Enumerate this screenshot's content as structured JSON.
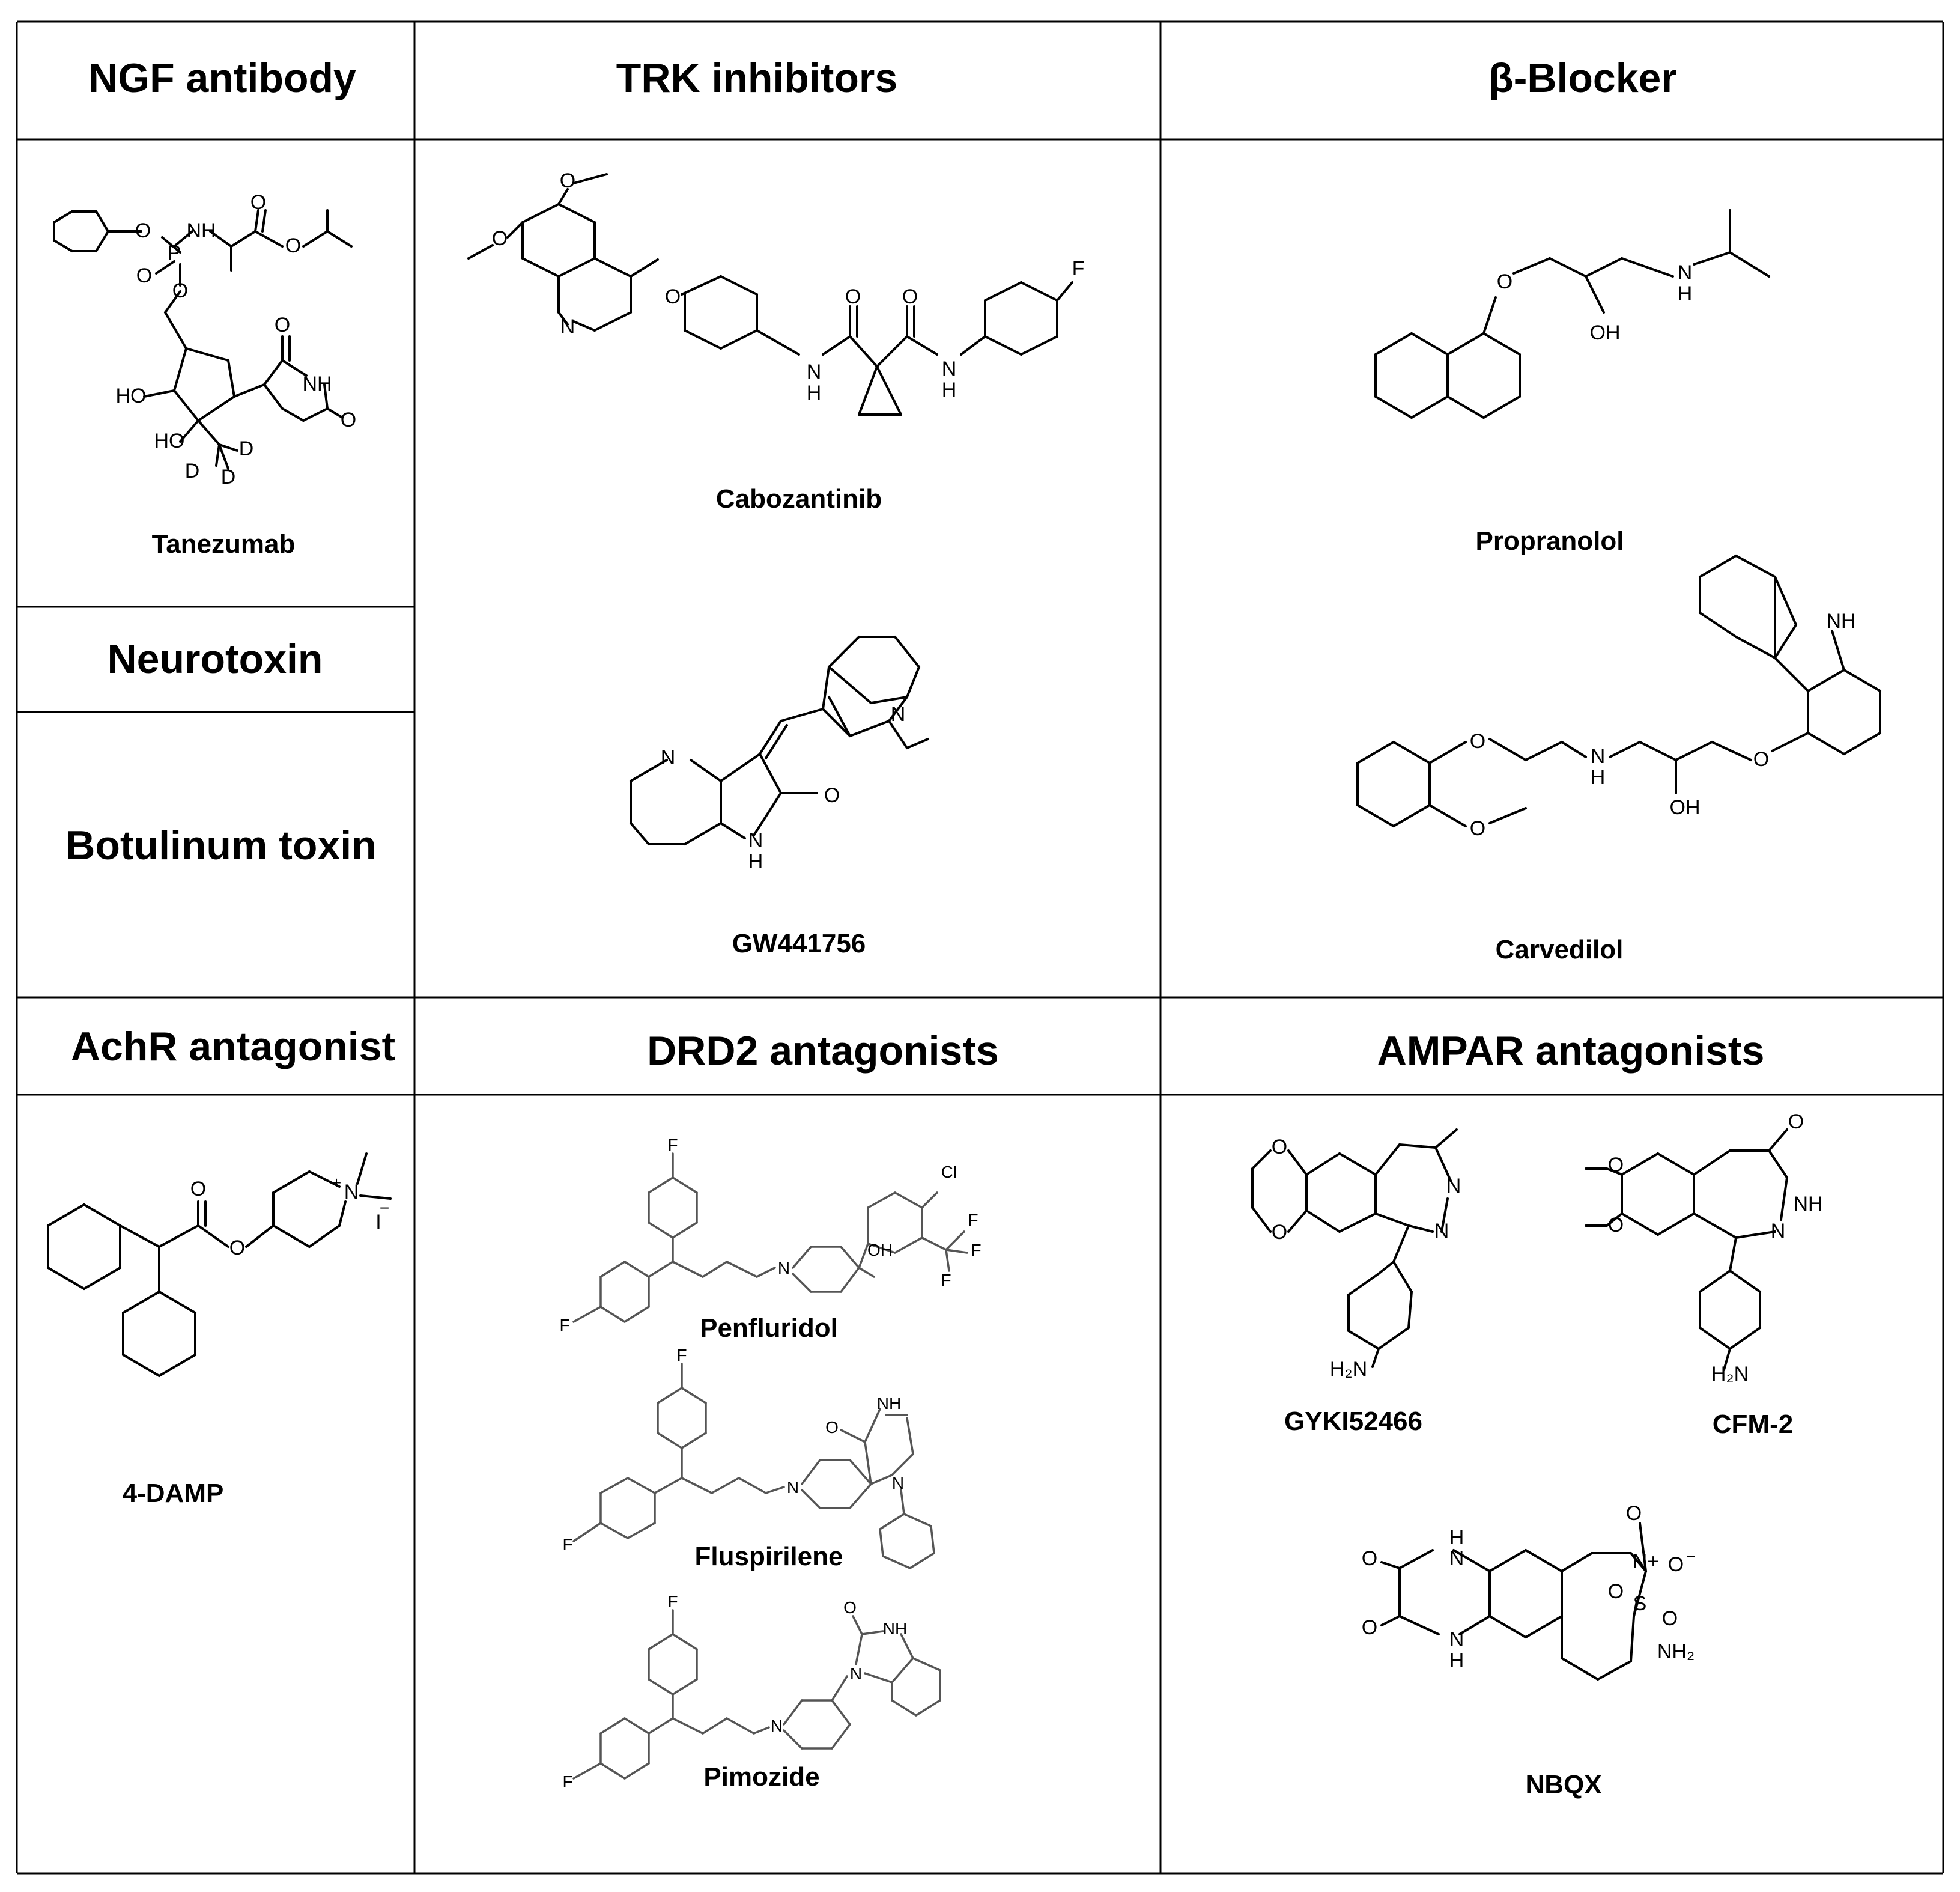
{
  "headers": {
    "ngf": "NGF antibody",
    "trk": "TRK inhibitors",
    "beta": "β-Blocker",
    "neurotoxin": "Neurotoxin",
    "botulinum": "Botulinum toxin",
    "achr": "AchR antagonist",
    "drd2": "DRD2 antagonists",
    "ampar": "AMPAR antagonists"
  },
  "compounds": {
    "tanezumab": "Tanezumab",
    "cabozantinib": "Cabozantinib",
    "gw441756": "GW441756",
    "propranolol": "Propranolol",
    "carvedilol": "Carvedilol",
    "damp": "4-DAMP",
    "penfluridol": "Penfluridol",
    "fluspirilene": "Fluspirilene",
    "pimozide": "Pimozide",
    "gyki": "GYKI52466",
    "cfm2": "CFM-2",
    "nbqx": "NBQX"
  },
  "atoms": {
    "O": "O",
    "N": "N",
    "NH": "NH",
    "H": "H",
    "P": "P",
    "F": "F",
    "D": "D",
    "HO": "HO",
    "OH": "OH",
    "Cl": "Cl",
    "I": "I",
    "plus": "+",
    "minus": "−",
    "H2N": "H₂N",
    "NH2": "NH₂",
    "S": "S",
    "Nplus": "N+"
  }
}
